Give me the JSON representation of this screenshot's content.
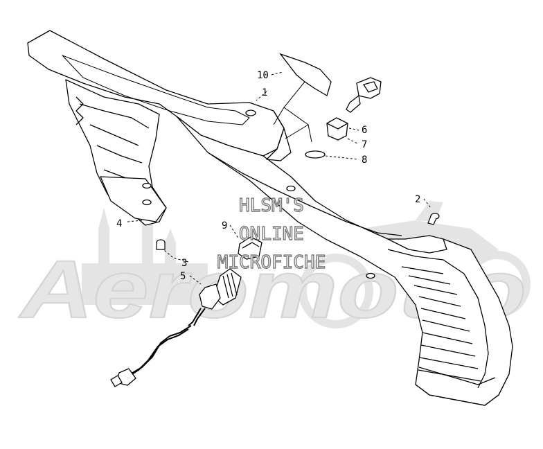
{
  "watermark": {
    "brand": "Aeromotto",
    "lines": [
      "HLSM'S",
      "ONLINE",
      "MICROFICHE"
    ]
  },
  "callouts": [
    {
      "id": "part-1",
      "label": "1"
    },
    {
      "id": "part-2",
      "label": "2"
    },
    {
      "id": "part-3",
      "label": "3"
    },
    {
      "id": "part-4",
      "label": "4"
    },
    {
      "id": "part-5",
      "label": "5"
    },
    {
      "id": "part-6",
      "label": "6"
    },
    {
      "id": "part-7",
      "label": "7"
    },
    {
      "id": "part-8",
      "label": "8"
    },
    {
      "id": "part-9",
      "label": "9"
    },
    {
      "id": "part-10",
      "label": "10"
    }
  ],
  "colors": {
    "line": "#000000",
    "watermark": "#dedede",
    "watermark_text": "#a8a8a8"
  }
}
